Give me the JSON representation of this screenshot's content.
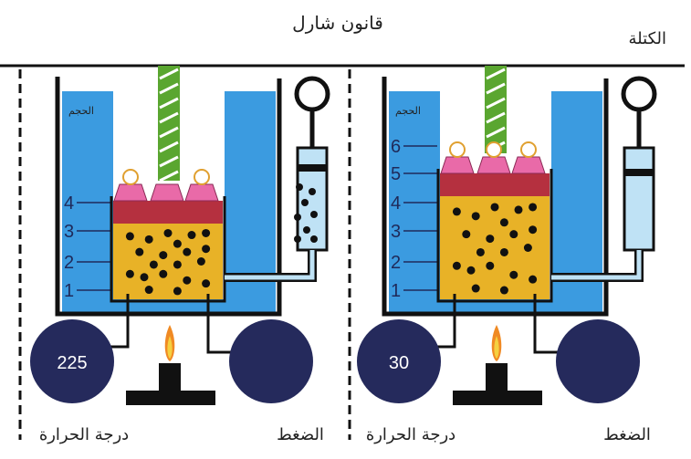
{
  "title": "قانون شارل",
  "mass_label": "الكتلة",
  "volume_label": "الحجم",
  "temperature_label": "درجة الحرارة",
  "pressure_label": "الضغط",
  "colors": {
    "water": "#3b9be0",
    "gas": "#e8b227",
    "piston": "#b5303f",
    "weight": "#e96aa8",
    "rod": "#5aa630",
    "gauge": "#252a5c",
    "syringe_light": "#bfe2f5"
  },
  "states": [
    {
      "temperature": "225",
      "volume_scale": [
        "1",
        "2",
        "3",
        "4"
      ]
    },
    {
      "temperature": "30",
      "volume_scale": [
        "1",
        "2",
        "3",
        "4",
        "5",
        "6"
      ]
    }
  ]
}
